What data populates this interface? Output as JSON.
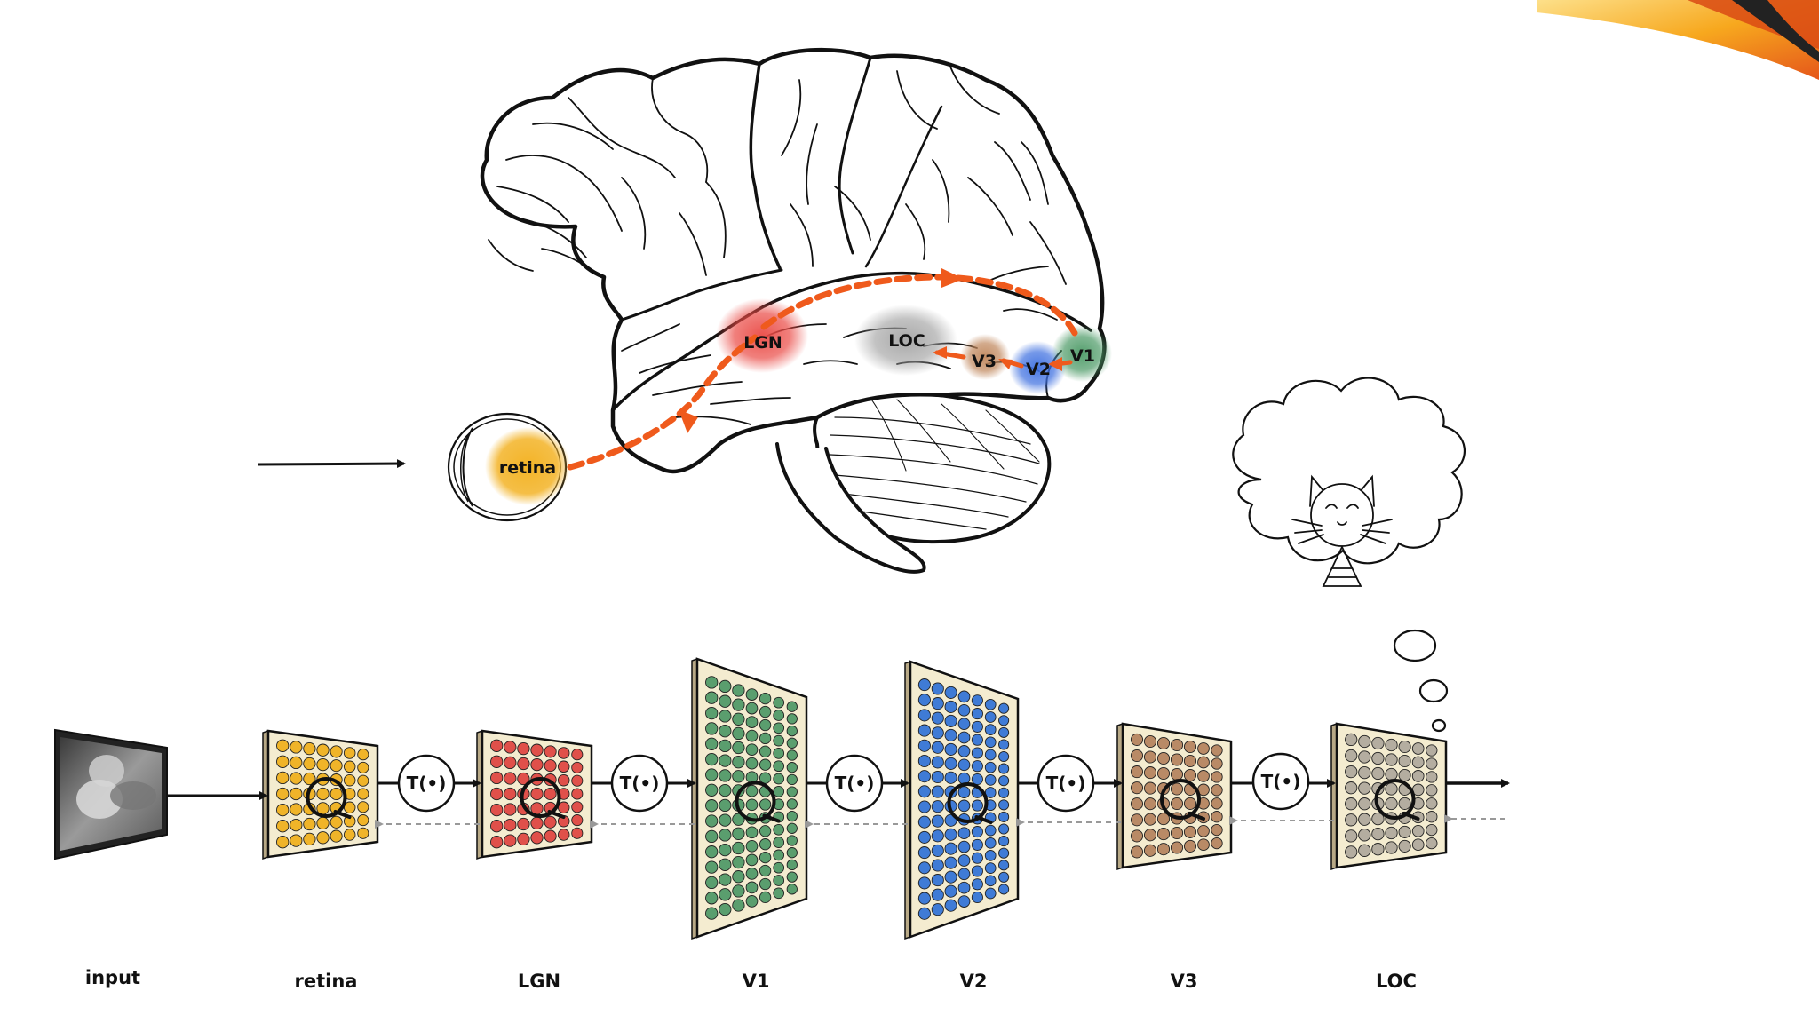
{
  "brain": {
    "retina_label": "retina",
    "lgn_label": "LGN",
    "loc_label": "LOC",
    "v3_label": "V3",
    "v2_label": "V2",
    "v1_label": "V1"
  },
  "pipeline": {
    "operator_label": "T(•)",
    "stages": [
      {
        "id": "input",
        "label": "input",
        "color": "#888888"
      },
      {
        "id": "retina",
        "label": "retina",
        "color": "#f0b429"
      },
      {
        "id": "lgn",
        "label": "LGN",
        "color": "#e0504a"
      },
      {
        "id": "v1",
        "label": "V1",
        "color": "#5a9e6e"
      },
      {
        "id": "v2",
        "label": "V2",
        "color": "#3f7bd6"
      },
      {
        "id": "v3",
        "label": "V3",
        "color": "#b98a66"
      },
      {
        "id": "loc",
        "label": "LOC",
        "color": "#b4ada0"
      }
    ]
  },
  "colors": {
    "pathway": "#ef5a1c",
    "panel_bg": "#f4ecd0",
    "ink": "#111111",
    "feedback": "#999999"
  }
}
